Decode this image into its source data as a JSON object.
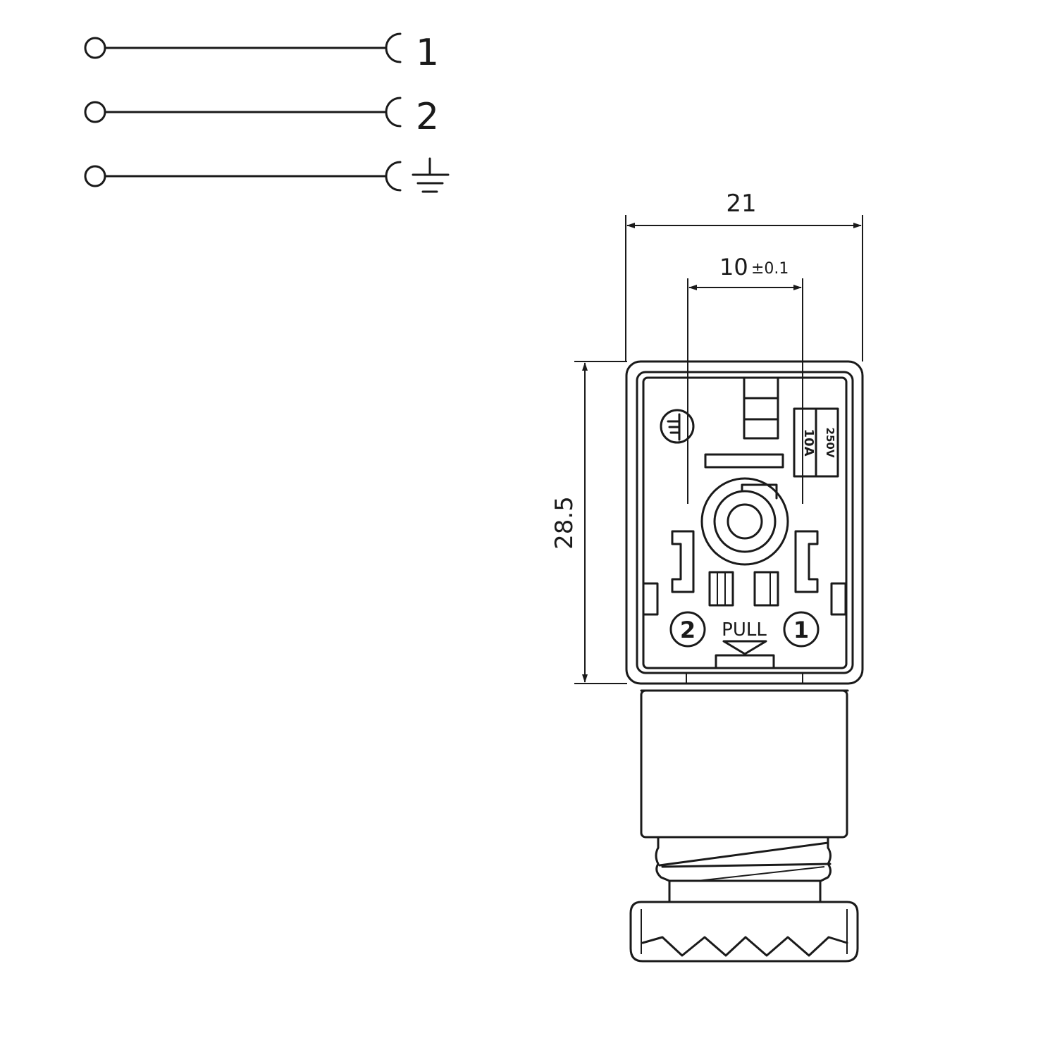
{
  "wiring": {
    "pins": [
      {
        "label": "1"
      },
      {
        "label": "2"
      },
      {
        "label": "",
        "symbol": "ground-icon"
      }
    ]
  },
  "dimensions": {
    "overall_width": "21",
    "pin_spacing": "10",
    "pin_spacing_tolerance": "±0.1",
    "height": "28.5"
  },
  "markings": {
    "rating_current": "10A",
    "rating_voltage": "250V",
    "pull_label": "PULL",
    "terminal_right": "1",
    "terminal_left": "2"
  }
}
